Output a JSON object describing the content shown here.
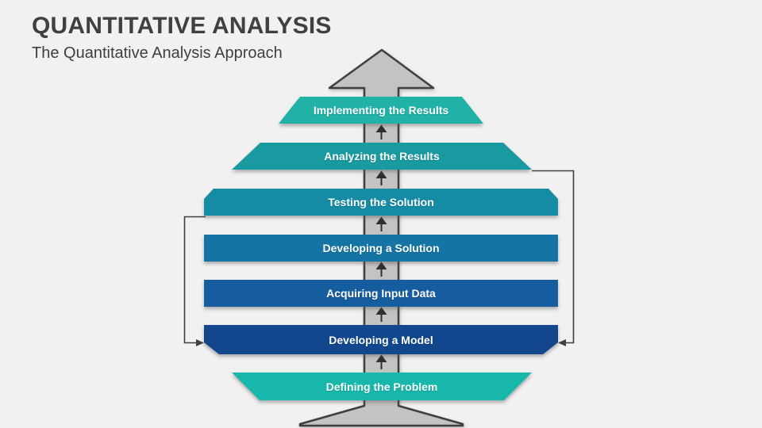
{
  "slide": {
    "title": "QUANTITATIVE ANALYSIS",
    "subtitle": "The Quantitative Analysis Approach",
    "background_color": "#f1f1f2",
    "title_color": "#404040"
  },
  "diagram": {
    "description": "Vertical flow of quantitative analysis steps over a large upward gray arrow, read bottom to top, with feedback loops returning to Developing a Model",
    "steps": [
      {
        "label": "Implementing the Results",
        "color": "#20b2a6",
        "shape": "trapezoid-wider-bottom"
      },
      {
        "label": "Analyzing the Results",
        "color": "#1999a0",
        "shape": "trapezoid-wider-bottom"
      },
      {
        "label": "Testing the Solution",
        "color": "#158ba6",
        "shape": "rectangle-clipped-top-corners"
      },
      {
        "label": "Developing a Solution",
        "color": "#1474a4",
        "shape": "rectangle"
      },
      {
        "label": "Acquiring Input Data",
        "color": "#155d9e",
        "shape": "rectangle"
      },
      {
        "label": "Developing a Model",
        "color": "#12478e",
        "shape": "rectangle-clipped-bottom-corners"
      },
      {
        "label": "Defining the Problem",
        "color": "#17b8ab",
        "shape": "trapezoid-wider-top"
      }
    ],
    "flow_direction": "bottom-to-top",
    "big_arrow": {
      "fill": "#c3c3c3",
      "outline": "#3f3f3f",
      "direction": "up"
    },
    "feedback_loops": [
      {
        "from": "Testing the Solution",
        "to": "Developing a Model",
        "side": "left"
      },
      {
        "from": "Analyzing the Results",
        "to": "Developing a Model",
        "side": "right"
      }
    ],
    "line_color": "#3f3f3f",
    "text_color": "#ffffff"
  }
}
